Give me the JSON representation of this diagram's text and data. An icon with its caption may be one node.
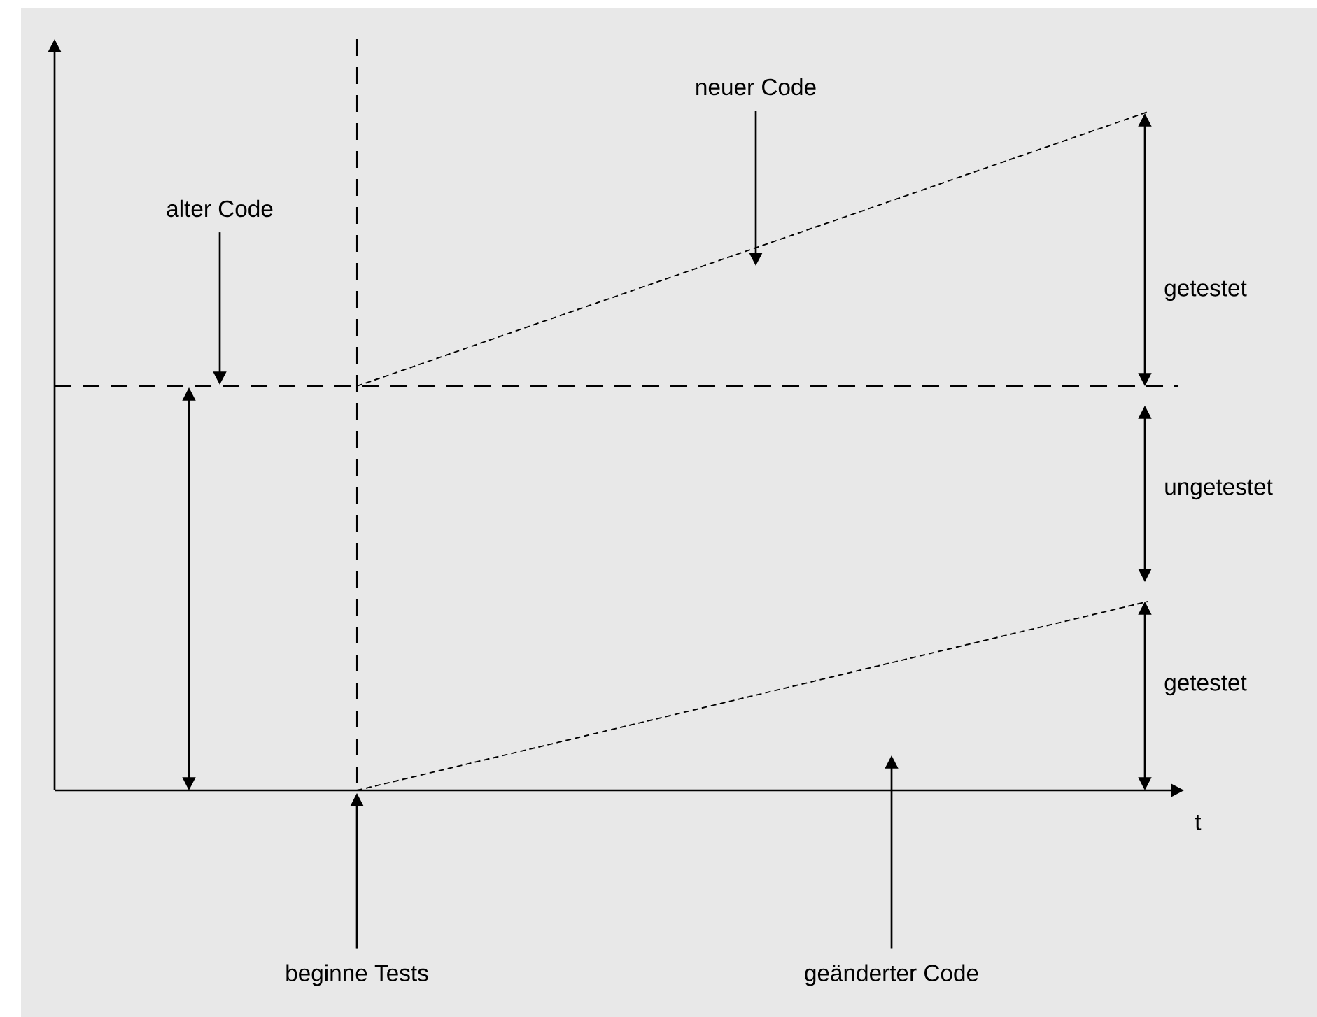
{
  "diagram": {
    "nodes": [
      {
        "text": [
          "neuer Code"
        ]
      },
      {
        "text": [
          "alter Code"
        ]
      },
      {
        "text": [
          "beginne Tests"
        ]
      },
      {
        "text": [
          "geänderter Code"
        ]
      }
    ],
    "edges": [
      {
        "from": 0,
        "to": null,
        "arrow": "to"
      },
      {
        "from": 1,
        "to": null,
        "arrow": "to"
      },
      {
        "from": 2,
        "to": null,
        "arrow": "to"
      },
      {
        "from": 3,
        "to": null,
        "arrow": "to"
      }
    ],
    "labels": [
      "getestet",
      "ungetestet",
      "getestet",
      "t"
    ]
  }
}
